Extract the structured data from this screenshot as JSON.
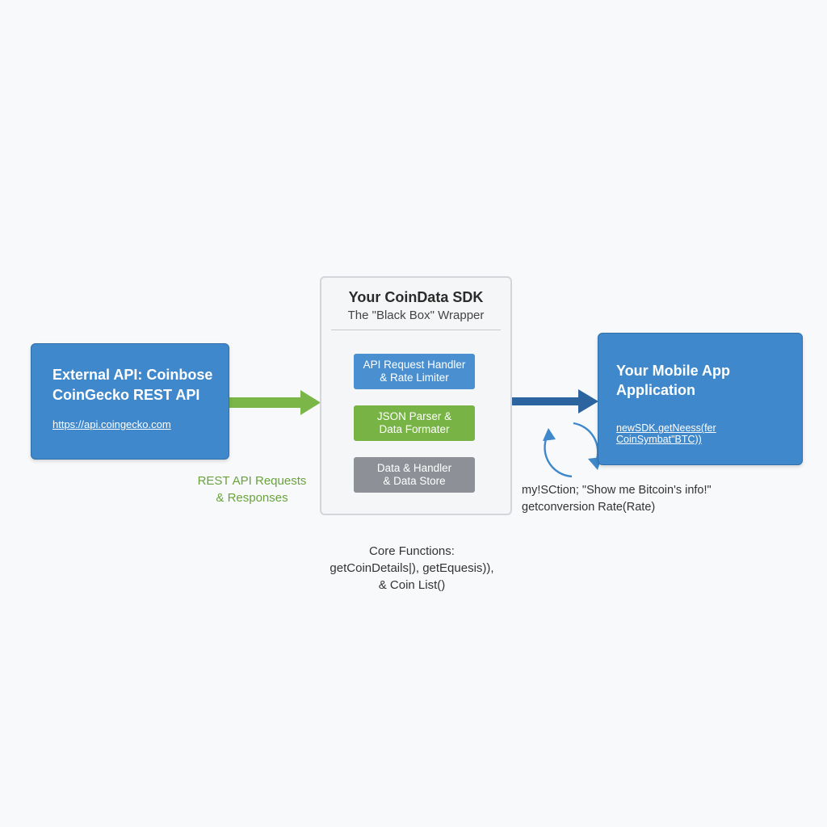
{
  "external_api": {
    "title_line1": "External API: Coinbose",
    "title_line2": "CoinGecko REST API",
    "url": "https://api.coingecko.com"
  },
  "sdk": {
    "title": "Your CoinData SDK",
    "subtitle": "The \"Black Box\" Wrapper",
    "modules": [
      {
        "label": "API Request Handler\n& Rate Limiter",
        "color": "#4a90d0"
      },
      {
        "label": "JSON Parser &\nData Formater",
        "color": "#78b445"
      },
      {
        "label": "Data & Handler\n& Data Store",
        "color": "#8d9197"
      }
    ]
  },
  "mobile_app": {
    "title_line1": "Your Mobile App",
    "title_line2": "Application",
    "call": "newSDK.getNeess(fer CoinSymbat\"BTC))"
  },
  "labels": {
    "rest_line1": "REST API Requests",
    "rest_line2": "& Responses",
    "core_line1": "Core Functions:",
    "core_line2": "getCoinDetails|), getEquesis)),",
    "core_line3": "& Coin List()",
    "action_line1": "my!SCtion; \"Show me Bitcoin's info!\"",
    "action_line2": "getconversion Rate(Rate)"
  },
  "colors": {
    "box_blue": "#3f88cc",
    "arrow_green": "#7ab648",
    "arrow_navy": "#2c64a0",
    "cycle_blue": "#3f88cc"
  }
}
